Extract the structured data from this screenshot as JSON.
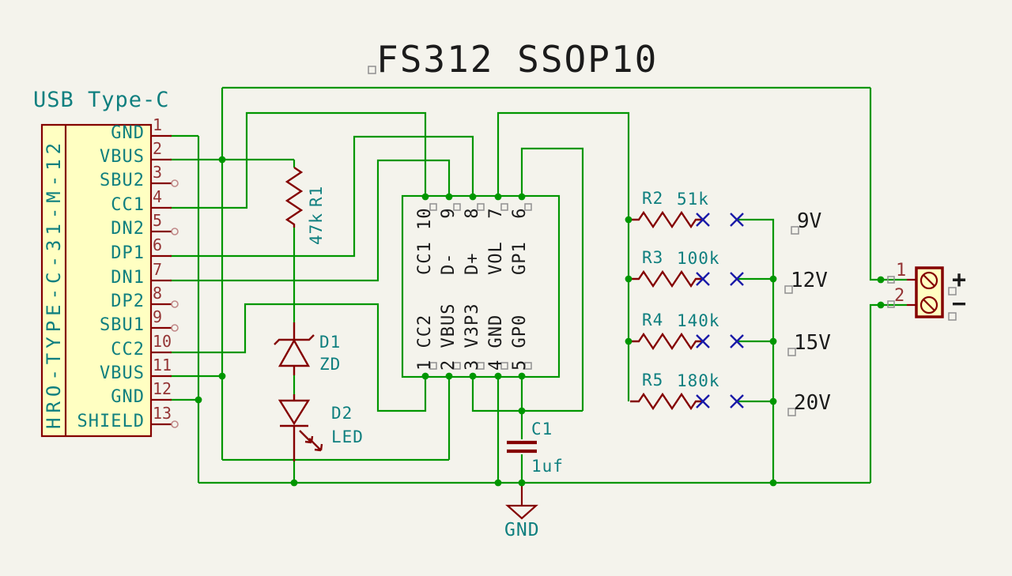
{
  "title": "FS312 SSOP10",
  "colors": {
    "background": "#F4F3EC",
    "wire_green": "#009600",
    "component_maroon": "#840000",
    "pin_number_red": "#943434",
    "field_teal": "#0f7f7f",
    "noconnect_blue": "#1a1aa8",
    "body_yellow": "#FFFFC2",
    "text_black": "#1b1b1b"
  },
  "usb": {
    "heading": "USB Type-C",
    "part": "HRO-TYPE-C-31-M-12",
    "pins": [
      {
        "num": "1",
        "name": "GND"
      },
      {
        "num": "2",
        "name": "VBUS"
      },
      {
        "num": "3",
        "name": "SBU2"
      },
      {
        "num": "4",
        "name": "CC1"
      },
      {
        "num": "5",
        "name": "DN2"
      },
      {
        "num": "6",
        "name": "DP1"
      },
      {
        "num": "7",
        "name": "DN1"
      },
      {
        "num": "8",
        "name": "DP2"
      },
      {
        "num": "9",
        "name": "SBU1"
      },
      {
        "num": "10",
        "name": "CC2"
      },
      {
        "num": "11",
        "name": "VBUS"
      },
      {
        "num": "12",
        "name": "GND"
      },
      {
        "num": "13",
        "name": "SHIELD"
      }
    ]
  },
  "chip": {
    "top_pins": [
      "CC1 10",
      "D-   9",
      "D+   8",
      "VOL  7",
      "GP1  6"
    ],
    "bottom_pins": [
      "1 CC2",
      "2 VBUS",
      "3 V3P3",
      "4 GND",
      "5 GP0"
    ]
  },
  "components": {
    "r1": {
      "ref": "R1",
      "value": "47k"
    },
    "d1": {
      "ref": "D1",
      "value": "ZD"
    },
    "d2": {
      "ref": "D2",
      "value": "LED"
    },
    "c1": {
      "ref": "C1",
      "value": "1uf"
    }
  },
  "divider": {
    "rows": [
      {
        "ref": "R2",
        "value": "51k",
        "voltage": "9V"
      },
      {
        "ref": "R3",
        "value": "100k",
        "voltage": "12V"
      },
      {
        "ref": "R4",
        "value": "140k",
        "voltage": "15V"
      },
      {
        "ref": "R5",
        "value": "180k",
        "voltage": "20V"
      }
    ]
  },
  "output": {
    "pin1": "1",
    "pin2": "2",
    "plus": "+",
    "minus": "−"
  },
  "ground": {
    "label": "GND"
  }
}
